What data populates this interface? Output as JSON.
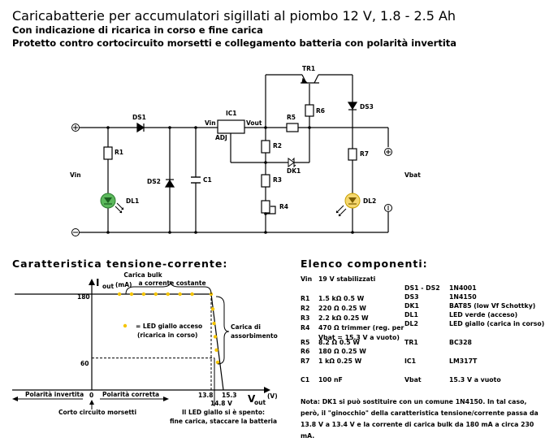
{
  "header": {
    "title": "Caricabatterie per accumulatori sigillati al piombo 12 V, 1.8 - 2.5 Ah",
    "subtitle1": "Con indicazione di ricarica in corso e fine carica",
    "subtitle2": "Protetto contro cortocircuito morsetti e collegamento batteria con polarità invertita"
  },
  "schematic": {
    "labels": {
      "vin": "Vin",
      "vbat": "Vbat",
      "ds1": "DS1",
      "ds2": "DS2",
      "ds3": "DS3",
      "r1": "R1",
      "r2": "R2",
      "r3": "R3",
      "r4": "R4",
      "r5": "R5",
      "r6": "R6",
      "r7": "R7",
      "c1": "C1",
      "dl1": "DL1",
      "dl2": "DL2",
      "dk1": "DK1",
      "tr1": "TR1",
      "ic1": "IC1",
      "ic1_vin": "Vin",
      "ic1_vout": "Vout",
      "ic1_adj": "ADJ",
      "plus": "+",
      "minus": "−"
    },
    "colors": {
      "led_green": "#5cb85c",
      "led_green_stroke": "#2e7d32",
      "led_yellow": "#f5d76e",
      "led_yellow_stroke": "#c9a100"
    }
  },
  "chart_section": {
    "heading": "Caratteristica tensione-corrente:",
    "chart_data": {
      "type": "line",
      "title": "Caratteristica tensione-corrente:",
      "ylabel_main": "I",
      "ylabel_sub": "out",
      "ylabel_unit": "(mA)",
      "xlabel_main": "V",
      "xlabel_sub": "out",
      "xlabel_unit": "(V)",
      "y_ticks": [
        "180",
        "60"
      ],
      "x_ticks": [
        "0",
        "13.8",
        "15.3"
      ],
      "x_extra_tick": "14.8 V",
      "series": [
        {
          "name": "I-V curve",
          "points": [
            [
              -12,
              180
            ],
            [
              13.8,
              180
            ],
            [
              15.3,
              0
            ]
          ]
        }
      ],
      "led_on_points": [
        [
          3.2,
          180
        ],
        [
          4.6,
          180
        ],
        [
          6.0,
          180
        ],
        [
          7.4,
          180
        ],
        [
          8.8,
          180
        ],
        [
          10.2,
          180
        ],
        [
          11.6,
          180
        ],
        [
          13.8,
          180
        ],
        [
          14.0,
          152
        ],
        [
          14.15,
          125
        ],
        [
          14.3,
          100
        ],
        [
          14.45,
          75
        ],
        [
          14.6,
          52
        ]
      ],
      "guides": {
        "v_knee": 13.8,
        "v_end": 14.8,
        "i_end": 60
      },
      "legend_marker_color": "#f5c400",
      "legend": [
        "= LED giallo acceso",
        "(ricarica in corso)"
      ],
      "annotations": {
        "bulk_1": "Carica bulk",
        "bulk_2": "a corrente costante",
        "absorb_1": "Carica di",
        "absorb_2": "assorbimento",
        "reverse": "Polarità invertita",
        "forward": "Polarità corretta",
        "short": "Corto circuito morsetti",
        "end_1": "Il LED giallo si è spento:",
        "end_2": "fine carica, staccare la batteria"
      }
    }
  },
  "components": {
    "heading": "Elenco componenti:",
    "left": [
      {
        "ref": "Vin",
        "value": "19 V stabilizzati"
      },
      {
        "ref": "R1",
        "value": "1.5 kΩ 0.5 W"
      },
      {
        "ref": "R2",
        "value": "220 Ω 0.25 W"
      },
      {
        "ref": "R3",
        "value": "2.2 kΩ 0.25 W"
      },
      {
        "ref": "R4",
        "value": "470 Ω trimmer (reg. per",
        "value2": "Vbat = 15.3 V a vuoto)"
      },
      {
        "ref": "R5",
        "value": "8.2 Ω 0.5 W"
      },
      {
        "ref": "R6",
        "value": "180 Ω 0.25 W"
      },
      {
        "ref": "R7",
        "value": "1 kΩ 0.25 W"
      },
      {
        "ref": "C1",
        "value": "100 nF"
      }
    ],
    "right": [
      {
        "ref": "DS1 - DS2",
        "value": "1N4001"
      },
      {
        "ref": "DS3",
        "value": "1N4150"
      },
      {
        "ref": "DK1",
        "value": "BAT85 (low Vf Schottky)"
      },
      {
        "ref": "DL1",
        "value": "LED verde (acceso)"
      },
      {
        "ref": "DL2",
        "value": "LED giallo (carica in corso)"
      },
      {
        "ref": "TR1",
        "value": "BC328"
      },
      {
        "ref": "IC1",
        "value": "LM317T"
      },
      {
        "ref": "Vbat",
        "value": "15.3 V a vuoto"
      }
    ],
    "note": "Nota: DK1 si può sostituire con un comune 1N4150. In tal caso, però, il \"ginocchio\" della caratteristica tensione/corrente passa da 13.8 V a 13.4 V e la corrente di carica bulk da 180 mA a circa 230 mA."
  }
}
